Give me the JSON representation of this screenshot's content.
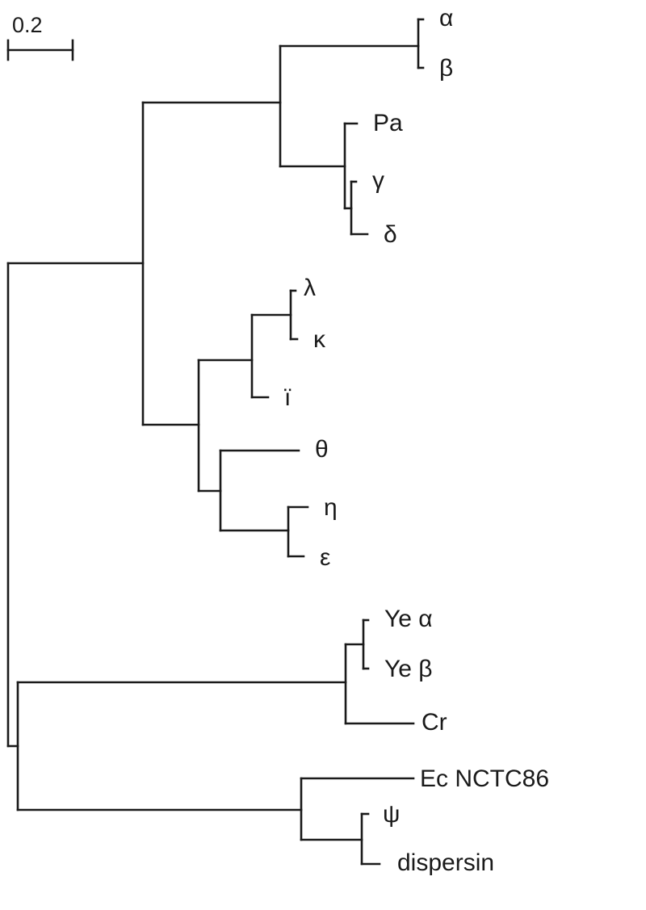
{
  "scale_bar": {
    "label": "0.2",
    "length": 0.2
  },
  "colors": {
    "ink": "#1a1a1a",
    "background": "#ffffff"
  },
  "leaves": [
    {
      "id": "alpha",
      "label": "α"
    },
    {
      "id": "beta",
      "label": "β"
    },
    {
      "id": "pa",
      "label": "Pa"
    },
    {
      "id": "gamma",
      "label": "γ"
    },
    {
      "id": "delta",
      "label": "δ"
    },
    {
      "id": "lambda",
      "label": "λ"
    },
    {
      "id": "kappa",
      "label": "κ"
    },
    {
      "id": "iota",
      "label": "ï"
    },
    {
      "id": "theta",
      "label": "θ"
    },
    {
      "id": "eta",
      "label": "η"
    },
    {
      "id": "epsilon",
      "label": "ε"
    },
    {
      "id": "ye-alpha",
      "label": "Ye α"
    },
    {
      "id": "ye-beta",
      "label": "Ye β"
    },
    {
      "id": "cr",
      "label": "Cr"
    },
    {
      "id": "ec-nctc86",
      "label": "Ec NCTC86"
    },
    {
      "id": "psi",
      "label": "ψ"
    },
    {
      "id": "dispersin",
      "label": "dispersin"
    }
  ]
}
